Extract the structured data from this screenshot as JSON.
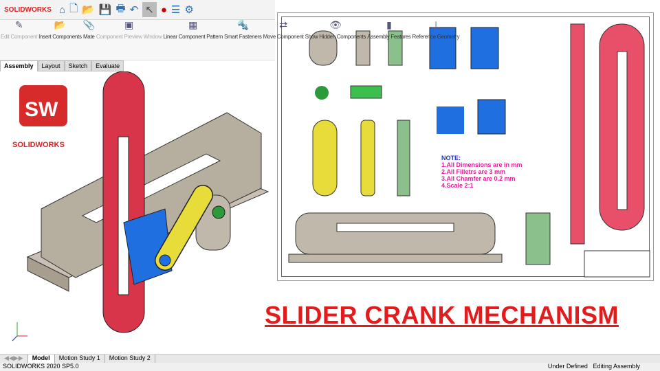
{
  "app": {
    "logo": "SOLIDWORKS",
    "version": "SOLIDWORKS 2020 SP5.0"
  },
  "quick_access": [
    {
      "icon": "home-icon",
      "glyph": "⌂"
    },
    {
      "icon": "new-document-icon",
      "glyph": "🗋"
    },
    {
      "icon": "open-icon",
      "glyph": "📂"
    },
    {
      "icon": "save-icon",
      "glyph": "💾"
    },
    {
      "icon": "print-icon",
      "glyph": "🖶"
    },
    {
      "icon": "undo-icon",
      "glyph": "↶"
    },
    {
      "icon": "select-icon",
      "glyph": "↖"
    },
    {
      "icon": "rebuild-icon",
      "glyph": "●"
    },
    {
      "icon": "file-properties-icon",
      "glyph": "☰"
    },
    {
      "icon": "options-icon",
      "glyph": "⚙"
    }
  ],
  "ribbon": [
    {
      "label": "Edit Component",
      "disabled": true,
      "glyph": "✎"
    },
    {
      "label": "Insert Components",
      "glyph": "📂"
    },
    {
      "label": "Mate",
      "glyph": "📎"
    },
    {
      "label": "Component Preview Window",
      "disabled": true,
      "glyph": "▣"
    },
    {
      "label": "Linear Component Pattern",
      "glyph": "▦"
    },
    {
      "label": "Smart Fasteners",
      "glyph": "🔩"
    },
    {
      "label": "Move Component",
      "glyph": "⇄"
    },
    {
      "label": "Show Hidden Components",
      "glyph": "👁"
    },
    {
      "label": "Assembly Features",
      "glyph": "▮"
    },
    {
      "label": "Reference Geometry",
      "glyph": "⊥"
    }
  ],
  "tabs": [
    {
      "label": "Assembly",
      "active": true
    },
    {
      "label": "Layout"
    },
    {
      "label": "Sketch"
    },
    {
      "label": "Evaluate"
    }
  ],
  "drawing": {
    "note_title": "NOTE:",
    "notes": [
      "1.All Dimensions are in mm",
      "2.All Filletrs are 3 mm",
      "3.All Chamfer are 0.2 mm",
      "4.Scale 2:1"
    ]
  },
  "headline": "SLIDER CRANK MECHANISM",
  "bottom_tabs": [
    {
      "label": "Model",
      "active": true
    },
    {
      "label": "Motion Study 1"
    },
    {
      "label": "Motion Study 2"
    }
  ],
  "status": {
    "left": "SOLIDWORKS 2020 SP5.0",
    "state": "Under Defined",
    "mode": "Editing Assembly"
  },
  "colors": {
    "slider": "#d8344a",
    "crank": "#e8dc3a",
    "block": "#1f6fe0",
    "frame": "#b0a89a",
    "title": "#e21c1c"
  }
}
